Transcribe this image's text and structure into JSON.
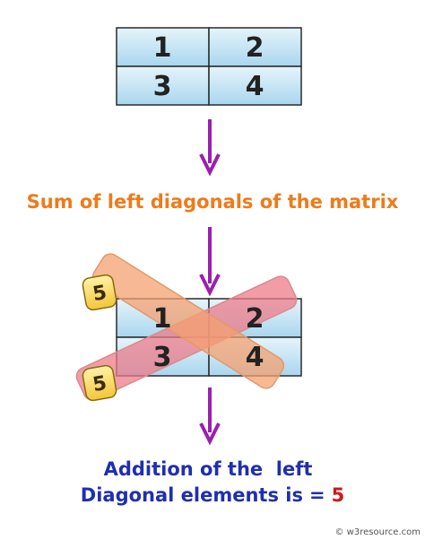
{
  "matrix": {
    "cells": [
      "1",
      "2",
      "3",
      "4"
    ]
  },
  "caption_sum": "Sum of left diagonals of the matrix",
  "badges": [
    "5",
    "5"
  ],
  "result": {
    "line1": "Addition of the  left",
    "line2_prefix": "Diagonal elements is",
    "equals": "=",
    "value": "5"
  },
  "credit": "© w3resource.com",
  "colors": {
    "cell_fill": "#bfe1f2",
    "grid_line": "#2a2a2a",
    "arrow": "#9b1fb0",
    "caption_orange": "#f07a1a",
    "result_blue": "#1f2fb0",
    "result_red": "#d01818",
    "strip_orange": "#f4a070",
    "strip_red": "#ec7b8a",
    "badge_fill": "#ffe066"
  }
}
